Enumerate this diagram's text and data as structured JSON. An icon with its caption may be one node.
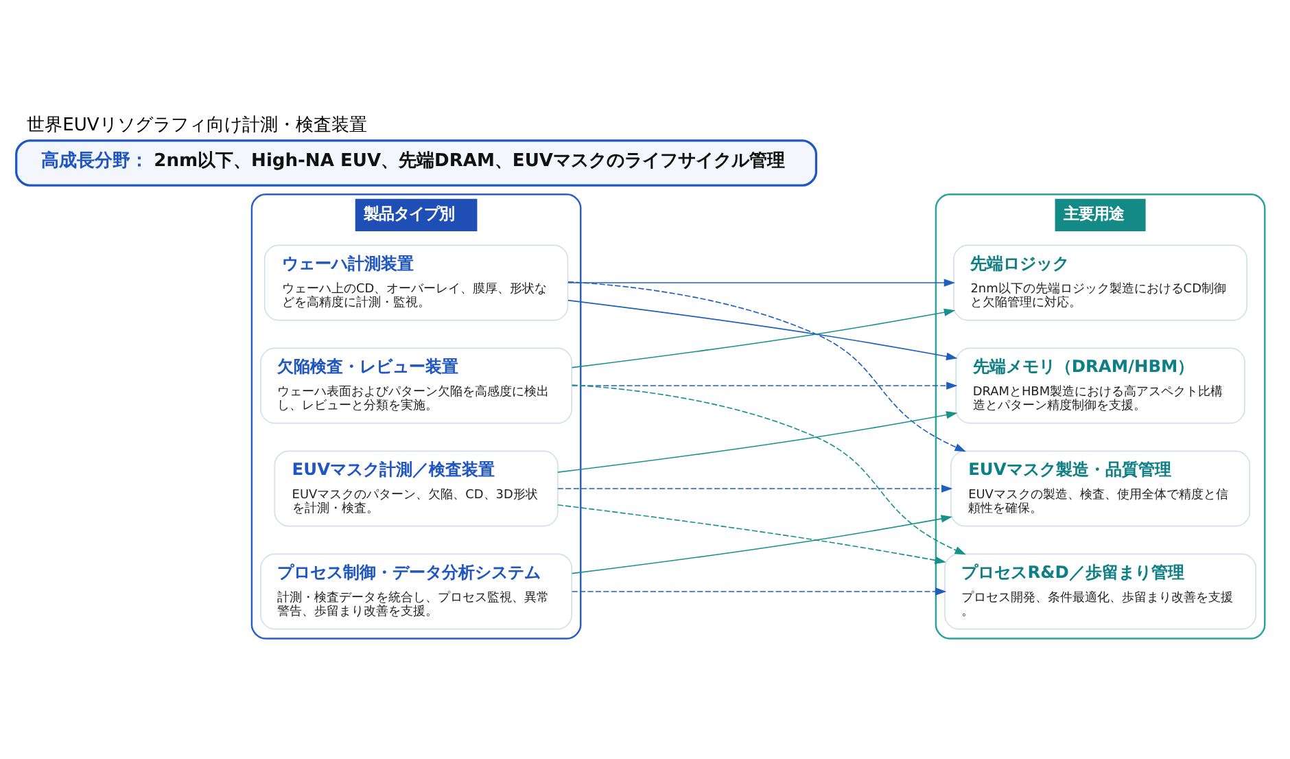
{
  "diagram": {
    "title": "世界EUVリソグラフィ向け計測・検査装置",
    "nodes": [
      {
        "text": [
          "製品タイプ別"
        ]
      },
      {
        "text": [
          "ウェーハ計測装置",
          "ウェーハ上のCD、オーバーレイ、膜厚、形状などを高精度に計測・監視。"
        ],
        "in": 0
      },
      {
        "text": [
          "欠陥検査・レビュー装置",
          "ウェーハ表面およびパターン欠陥を高感度に検出し、レビューと分類を実施。"
        ],
        "in": 0
      },
      {
        "text": [
          "EUVマスク計測／検査装置",
          "EUVマスクのパターン、欠陥、CD、3D形状を計測・検査。"
        ],
        "in": 0
      },
      {
        "text": [
          "プロセス制御・データ分析システム",
          "計測・検査データを統合し、プロセス監視、異常警告、歩留まり改善を支援。"
        ],
        "in": 0
      },
      {
        "text": [
          "主要用途"
        ]
      },
      {
        "text": [
          "先端ロジック",
          "2nm以下の先端ロジック製造におけるCD制御と欠陥管理に対応。"
        ],
        "in": 5
      },
      {
        "text": [
          "先端メモリ（DRAM/HBM）",
          "DRAMとHBM製造における高アスペクト比構造とパターン精度制御を支援。"
        ],
        "in": 5
      },
      {
        "text": [
          "EUVマスク製造・品質管理",
          "EUVマスクの製造、検査、使用全体で精度と信頼性を確保。"
        ],
        "in": 5
      },
      {
        "text": [
          "プロセスR&D／歩留まり管理",
          "プロセス開発、条件最適化、歩留まり改善を支援。"
        ],
        "in": 5
      },
      {
        "text": [
          "高成長分野：",
          "2nm以下、High-NA EUV、先端DRAM、EUVマスクのライフサイクル管理"
        ]
      }
    ],
    "edges": [
      {
        "from": 1,
        "to": 6,
        "arrow": "to"
      },
      {
        "from": 1,
        "to": 7,
        "arrow": "to"
      },
      {
        "from": 1,
        "to": 8,
        "arrow": "to",
        "style": "dashed"
      },
      {
        "from": 2,
        "to": 6,
        "arrow": "to",
        "color": "#16918c"
      },
      {
        "from": 2,
        "to": 7,
        "arrow": "to",
        "style": "dashed"
      },
      {
        "from": 2,
        "to": 9,
        "arrow": "to",
        "style": "dashed",
        "color": "#16918c"
      },
      {
        "from": 3,
        "to": 7,
        "arrow": "to",
        "color": "#16918c"
      },
      {
        "from": 3,
        "to": 8,
        "arrow": "to",
        "style": "dashed"
      },
      {
        "from": 3,
        "to": 9,
        "arrow": "to",
        "style": "dashed",
        "color": "#16918c"
      },
      {
        "from": 4,
        "to": 8,
        "arrow": "to",
        "color": "#16918c"
      },
      {
        "from": 4,
        "to": 9,
        "arrow": "to",
        "style": "dashed"
      }
    ]
  }
}
